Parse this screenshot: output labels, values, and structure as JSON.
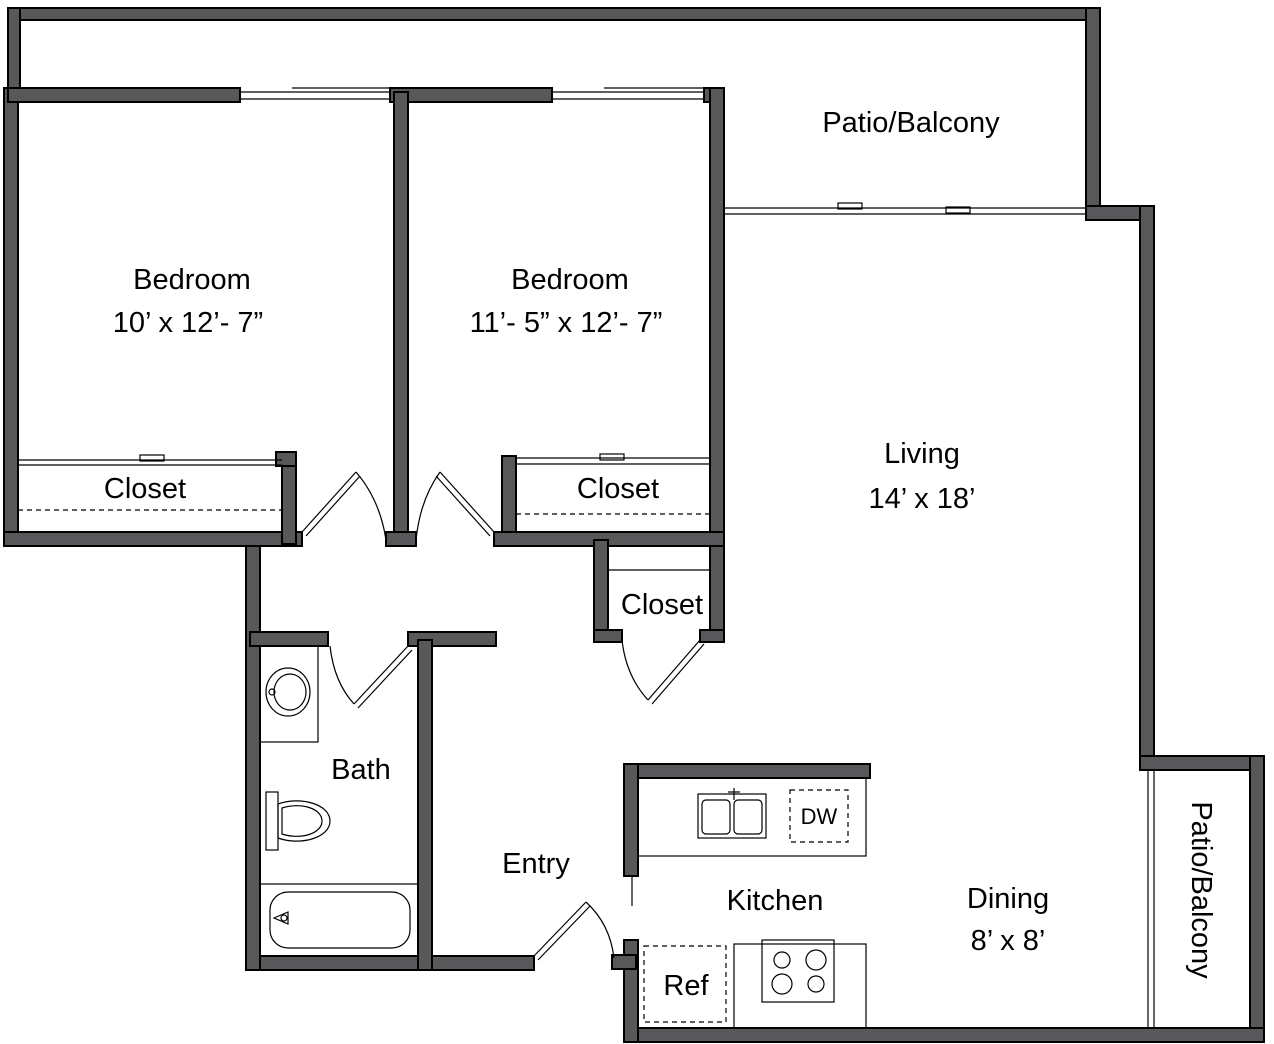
{
  "rooms": {
    "patio_top": {
      "name": "Patio/Balcony"
    },
    "bedroom_1": {
      "name": "Bedroom",
      "size": "10’ x 12’- 7”"
    },
    "bedroom_2": {
      "name": "Bedroom",
      "size": "11’- 5” x 12’- 7”"
    },
    "living": {
      "name": "Living",
      "size": "14’ x 18’"
    },
    "closet_1": {
      "name": "Closet"
    },
    "closet_2": {
      "name": "Closet"
    },
    "closet_3": {
      "name": "Closet"
    },
    "bath": {
      "name": "Bath"
    },
    "entry": {
      "name": "Entry"
    },
    "kitchen": {
      "name": "Kitchen"
    },
    "dining": {
      "name": "Dining",
      "size": "8’ x 8’"
    },
    "patio_right": {
      "name": "Patio/Balcony"
    }
  },
  "fixtures": {
    "dishwasher": "DW",
    "refrigerator": "Ref"
  }
}
